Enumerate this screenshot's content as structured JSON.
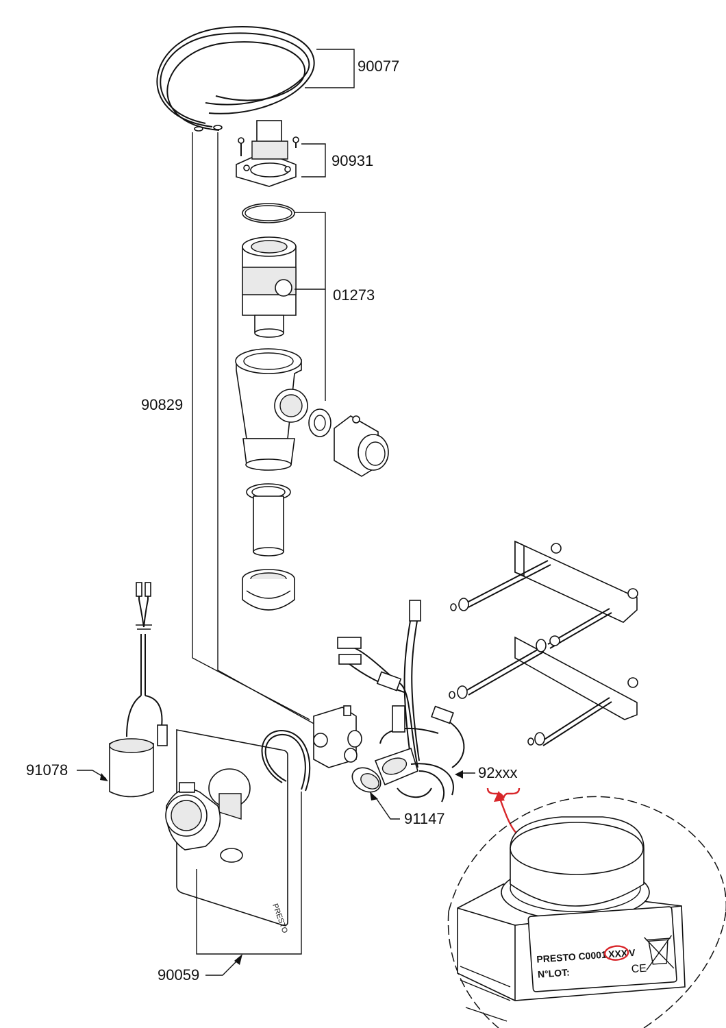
{
  "parts": {
    "p90077": "90077",
    "p90931": "90931",
    "p01273": "01273",
    "p90829": "90829",
    "p91078": "91078",
    "p92xxx": "92xxx",
    "p91147": "91147",
    "p90059": "90059"
  },
  "label_plate": {
    "line1": "PRESTO C0001",
    "code": "XXX",
    "suffix": "V",
    "line2": "N°LOT:",
    "ce_mark": "CE",
    "bin_icon": "crossed-bin-icon"
  },
  "plate_logo": "PRESTO",
  "colors": {
    "ink": "#111111",
    "highlight": "#d8262a"
  }
}
